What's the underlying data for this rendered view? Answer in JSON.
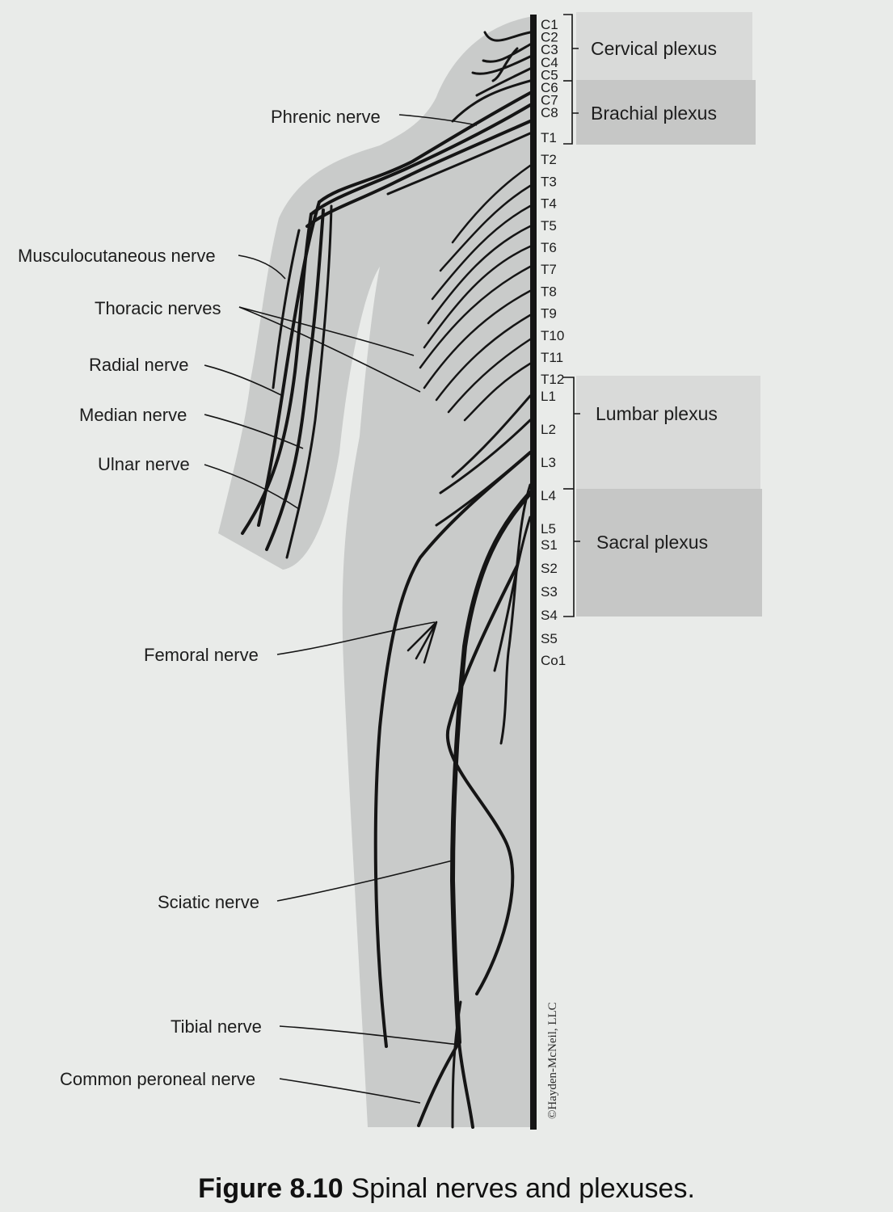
{
  "segments": {
    "cervical": [
      "C1",
      "C2",
      "C3",
      "C4",
      "C5",
      "C6",
      "C7",
      "C8"
    ],
    "thoracic": [
      "T1",
      "T2",
      "T3",
      "T4",
      "T5",
      "T6",
      "T7",
      "T8",
      "T9",
      "T10",
      "T11",
      "T12"
    ],
    "lumbar": [
      "L1",
      "L2",
      "L3",
      "L4",
      "L5"
    ],
    "sacral": [
      "S1",
      "S2",
      "S3",
      "S4",
      "S5"
    ],
    "coccygeal": [
      "Co1"
    ]
  },
  "plexuses": {
    "cervical": "Cervical plexus",
    "brachial": "Brachial plexus",
    "lumbar": "Lumbar plexus",
    "sacral": "Sacral plexus"
  },
  "nerves": {
    "phrenic": "Phrenic nerve",
    "musculocutaneous": "Musculocutaneous nerve",
    "thoracic": "Thoracic nerves",
    "radial": "Radial nerve",
    "median": "Median nerve",
    "ulnar": "Ulnar nerve",
    "femoral": "Femoral nerve",
    "sciatic": "Sciatic nerve",
    "tibial": "Tibial nerve",
    "common_peroneal": "Common peroneal nerve"
  },
  "credit": "©Hayden-McNeil, LLC",
  "caption": {
    "number": "Figure 8.10",
    "title": "Spinal nerves and plexuses."
  },
  "colors": {
    "background": "#e9ebe9",
    "body_silhouette": "#c9cbca",
    "plexus_light": "#d9dad9",
    "plexus_dark": "#c6c7c6",
    "nerve": "#151515"
  }
}
